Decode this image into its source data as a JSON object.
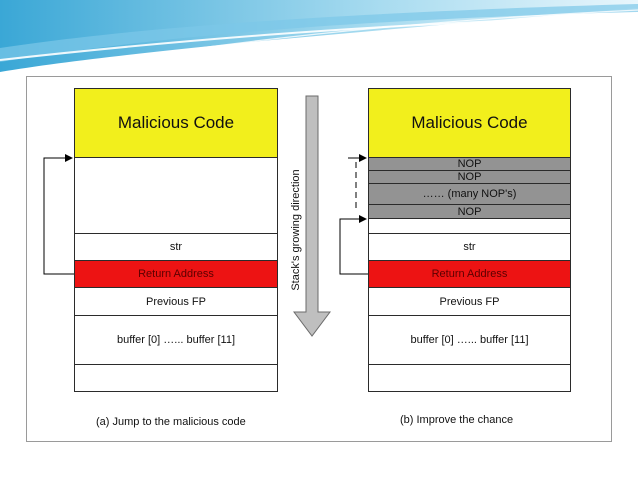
{
  "colors": {
    "malicious": "#f2ef1c",
    "nop": "#939393",
    "return_address": "#ed1313",
    "arrow_fill": "#bfbfbf",
    "banner_blue": "#5fb6dd"
  },
  "direction_label": "Stack's growing direction",
  "left_stack": {
    "malicious": "Malicious Code",
    "str": "str",
    "return_address": "Return Address",
    "previous_fp": "Previous FP",
    "buffer": "buffer [0] …... buffer [11]",
    "caption": "(a) Jump to the malicious code"
  },
  "right_stack": {
    "malicious": "Malicious Code",
    "nop_1": "NOP",
    "nop_2": "NOP",
    "nop_many": "…… (many NOP's)",
    "nop_3": "NOP",
    "str": "str",
    "return_address": "Return Address",
    "previous_fp": "Previous FP",
    "buffer": "buffer [0] …... buffer [11]",
    "caption": "(b) Improve the chance"
  }
}
